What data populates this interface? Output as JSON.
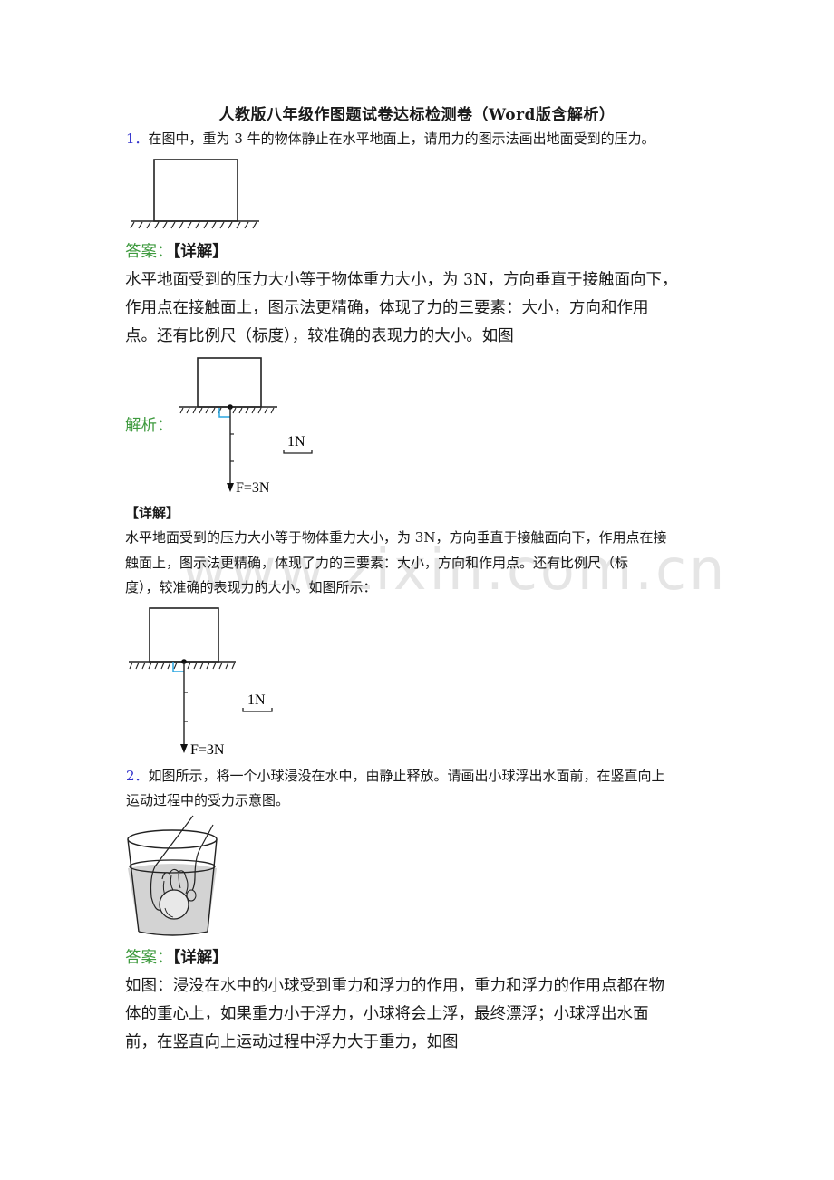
{
  "document": {
    "title": "人教版八年级作图题试卷达标检测卷（Word版含解析）",
    "watermark": "www.zixin.com.cn"
  },
  "questions": [
    {
      "number": "1．",
      "text": "在图中，重为 3 牛的物体静止在水平地面上，请用力的图示法画出地面受到的压力。",
      "answer_label": "答案：",
      "detail_label": "【详解】",
      "answer_lines": [
        "水平地面受到的压力大小等于物体重力大小，为 3N，方向垂直于接触面向下，",
        "作用点在接触面上，图示法更精确，体现了力的三要素：大小，方向和作用",
        "点。还有比例尺（标度），较准确的表现力的大小。如图"
      ],
      "analysis_label": "解析：",
      "detail2_label": "【详解】",
      "detail_lines": [
        "水平地面受到的压力大小等于物体重力大小，为 3N，方向垂直于接触面向下，作用点在接",
        "触面上，图示法更精确，体现了力的三要素：大小，方向和作用点。还有比例尺（标",
        "度），较准确的表现力的大小。如图所示："
      ],
      "figure": {
        "force_label": "F=3N",
        "scale_label": "1N",
        "right_angle_color": "#2aa6e0"
      }
    },
    {
      "number": "2．",
      "text_lines": [
        "如图所示，将一个小球浸没在水中，由静止释放。请画出小球浮出水面前，在竖直向上",
        "运动过程中的受力示意图。"
      ],
      "answer_label": "答案：",
      "detail_label": "【详解】",
      "answer_lines": [
        "如图：浸没在水中的小球受到重力和浮力的作用，重力和浮力的作用点都在物",
        "体的重心上，如果重力小于浮力，小球将会上浮，最终漂浮；小球浮出水面",
        "前，在竖直向上运动过程中浮力大于重力，如图"
      ],
      "figure": {
        "water_color": "#d3d3d3"
      }
    }
  ]
}
